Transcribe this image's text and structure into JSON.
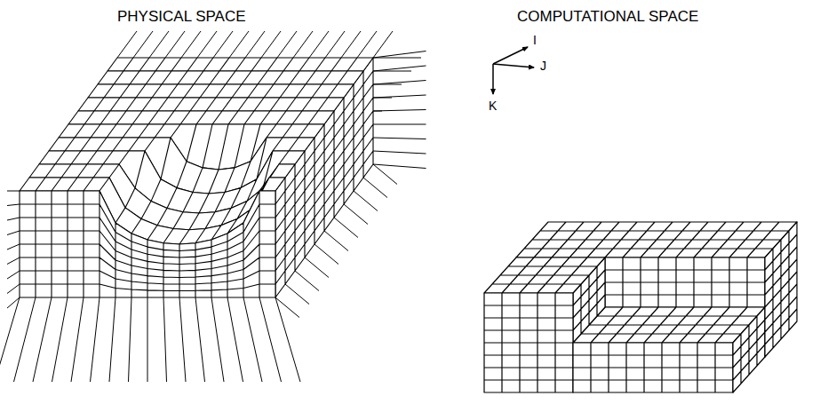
{
  "diagram": {
    "labels": [
      "PHYSICAL SPACE",
      "COMPUTATIONAL SPACE",
      "I",
      "J",
      "K"
    ]
  }
}
